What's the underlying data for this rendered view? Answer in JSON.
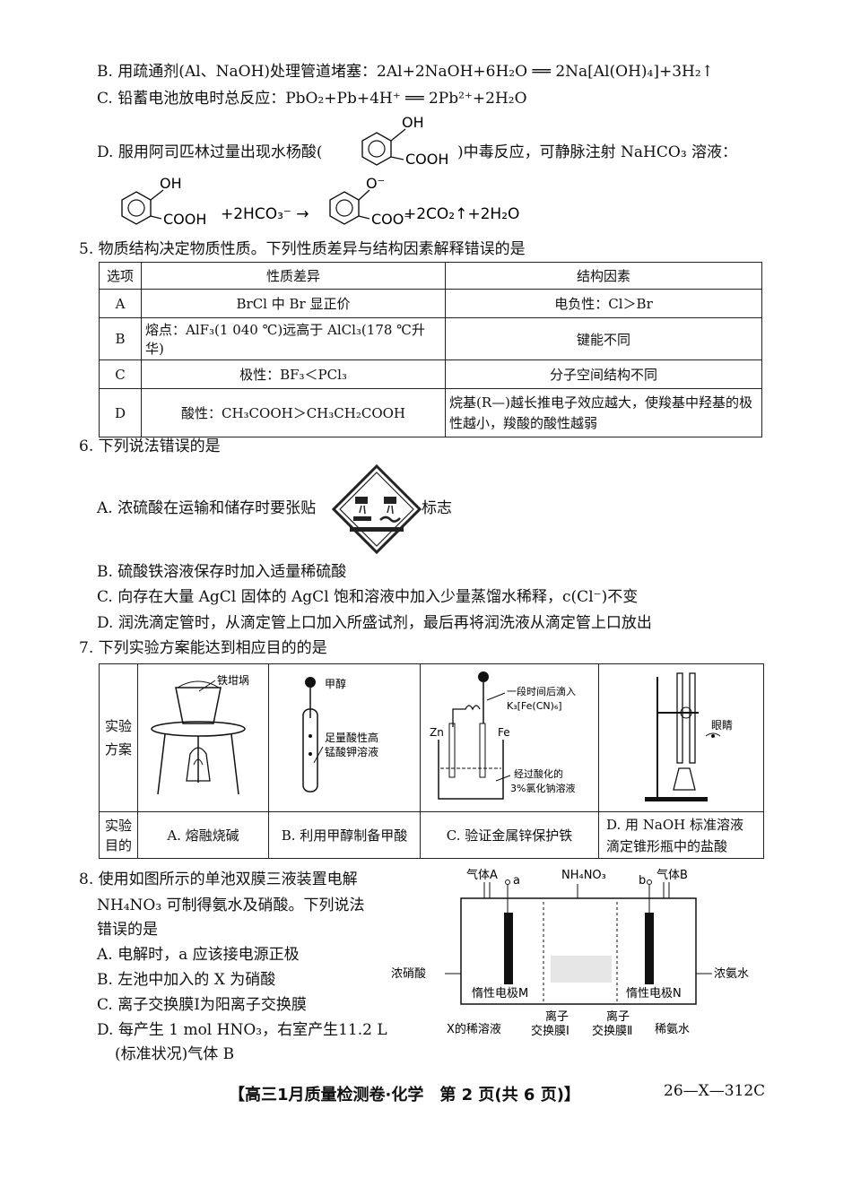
{
  "q4": {
    "B": "B. 用疏通剂(Al、NaOH)处理管道堵塞：2Al+2NaOH+6H₂O ══ 2Na[Al(OH)₄]+3H₂↑",
    "C": "C. 铅蓄电池放电时总反应：PbO₂+Pb+4H⁺ ══ 2Pb²⁺+2H₂O",
    "D_prefix": "D. 服用阿司匹林过量出现水杨酸(",
    "D_suffix": ")中毒反应，可静脉注射 NaHCO₃ 溶液：",
    "oh": "OH",
    "cooh": "COOH",
    "o_minus": "O⁻",
    "coo_minus": "COO⁻",
    "eq_mid": "+2HCO₃⁻ →",
    "eq_end": "+2CO₂↑+2H₂O"
  },
  "q5": {
    "stem": "5. 物质结构决定物质性质。下列性质差异与结构因素解释错误的是",
    "headers": [
      "选项",
      "性质差异",
      "结构因素"
    ],
    "rows": [
      [
        "A",
        "BrCl 中 Br 显正价",
        "电负性：Cl＞Br"
      ],
      [
        "B",
        "熔点：AlF₃(1 040 ℃)远高于 AlCl₃(178 ℃升华)",
        "键能不同"
      ],
      [
        "C",
        "极性：BF₃＜PCl₃",
        "分子空间结构不同"
      ],
      [
        "D",
        "酸性：CH₃COOH＞CH₃CH₂COOH",
        "烷基(R—)越长推电子效应越大，使羧基中羟基的极性越小，羧酸的酸性越弱"
      ]
    ]
  },
  "q6": {
    "stem": "6. 下列说法错误的是",
    "A_prefix": "A. 浓硫酸在运输和储存时要张贴",
    "A_suffix": "标志",
    "B": "B. 硫酸铁溶液保存时加入适量稀硫酸",
    "C": "C. 向存在大量 AgCl 固体的 AgCl 饱和溶液中加入少量蒸馏水稀释，c(Cl⁻)不变",
    "D": "D. 润洗滴定管时，从滴定管上口加入所盛试剂，最后再将润洗液从滴定管上口放出"
  },
  "q7": {
    "stem": "7. 下列实验方案能达到相应目的的是",
    "row1_head": [
      "实验",
      "方案"
    ],
    "row2_head": [
      "实验",
      "目的"
    ],
    "labels_A": [
      "铁坩埚"
    ],
    "labels_B": [
      "甲醇",
      "足量酸性高",
      "锰酸钾溶液"
    ],
    "labels_C": [
      "一段时间后滴入",
      "K₃[Fe(CN)₆]",
      "Zn",
      "Fe",
      "经过酸化的",
      "3%氯化钠溶液"
    ],
    "labels_D": [
      "眼睛"
    ],
    "purposes": [
      "A. 熔融烧碱",
      "B. 利用甲醇制备甲酸",
      "C. 验证金属锌保护铁",
      "D. 用 NaOH 标准溶液滴定锥形瓶中的盐酸"
    ]
  },
  "q8": {
    "lines": [
      "8. 使用如图所示的单池双膜三液装置电解",
      "NH₄NO₃ 可制得氨水及硝酸。下列说法",
      "错误的是",
      "A. 电解时，a 应该接电源正极",
      "B. 左池中加入的 X 为硝酸",
      "C. 离子交换膜Ⅰ为阳离子交换膜",
      "D. 每产生 1 mol HNO₃，右室产生11.2 L",
      "(标准状况)气体 B"
    ],
    "diagram": {
      "gas_a": "气体A",
      "a": "a",
      "nh4no3": "NH₄NO₃",
      "b": "b",
      "gas_b": "气体B",
      "conc_hno3": "浓硝酸",
      "conc_nh3": "浓氨水",
      "electrode_m": "惰性电极M",
      "electrode_n": "惰性电极N",
      "x_dilute": "X的稀溶液",
      "membrane_1": [
        "离子",
        "交换膜Ⅰ"
      ],
      "membrane_2": [
        "离子",
        "交换膜Ⅱ"
      ],
      "dilute_nh3": "稀氨水"
    }
  },
  "footer": {
    "title": "【高三1月质量检测卷·化学　第 2 页(共 6 页)】",
    "code": "26—X—312C"
  }
}
